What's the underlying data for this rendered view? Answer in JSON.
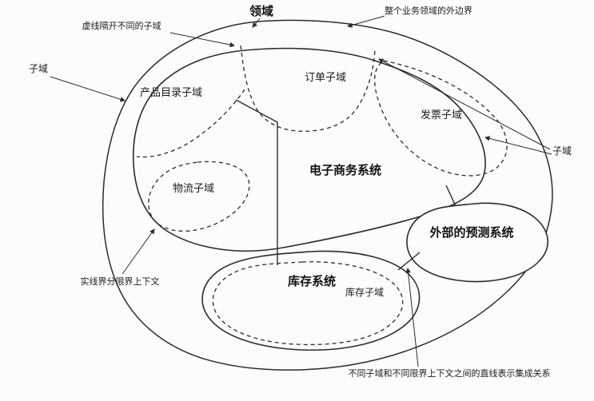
{
  "diagram": {
    "title": "领域",
    "annotations": {
      "outer_boundary": "整个业务领域的外边界",
      "dashed_separator": "虚线隔开不同的子域",
      "subdomain_left": "子域",
      "subdomain_right": "子域",
      "solid_boundary": "实线界分限界上下文",
      "integration": "不同子域和不同限界上下文之间的直线表示集成关系"
    },
    "nodes": {
      "product_catalog": "产品目录子域",
      "order": "订单子域",
      "invoice": "发票子域",
      "ecommerce": "电子商务系统",
      "logistics": "物流子域",
      "forecast": "外部的预测系统",
      "inventory_system": "库存系统",
      "inventory_subdomain": "库存子域"
    },
    "colors": {
      "stroke": "#2b2b2b",
      "background": "#fcfcfc"
    }
  }
}
